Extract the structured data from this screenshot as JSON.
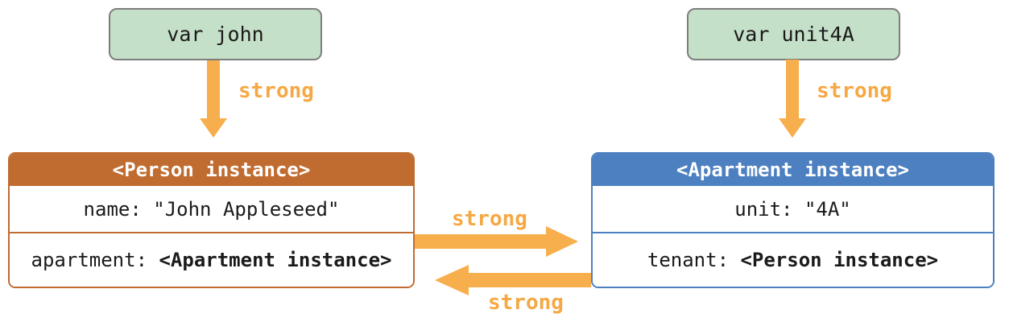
{
  "colors": {
    "variable_fill": "#c5e0c8",
    "variable_border": "#7e7e7e",
    "person_accent": "#c06c30",
    "apartment_accent": "#4d80c0",
    "arrow": "#f7ae4c",
    "strong_label": "#f5a843",
    "text": "#1a1a1a",
    "background": "#ffffff"
  },
  "variables": {
    "john": {
      "label": "var john"
    },
    "unit4A": {
      "label": "var unit4A"
    }
  },
  "person_instance": {
    "title": "<Person instance>",
    "rows": [
      {
        "label": "name: \"John Appleseed\"",
        "ref": ""
      },
      {
        "label": "apartment: ",
        "ref": "<Apartment instance>"
      }
    ]
  },
  "apartment_instance": {
    "title": "<Apartment instance>",
    "rows": [
      {
        "label": "unit: \"4A\"",
        "ref": ""
      },
      {
        "label": "tenant: ",
        "ref": "<Person instance>"
      }
    ]
  },
  "references": {
    "john_to_person": "strong",
    "unit4A_to_apartment": "strong",
    "person_to_apartment": "strong",
    "apartment_to_person": "strong"
  }
}
